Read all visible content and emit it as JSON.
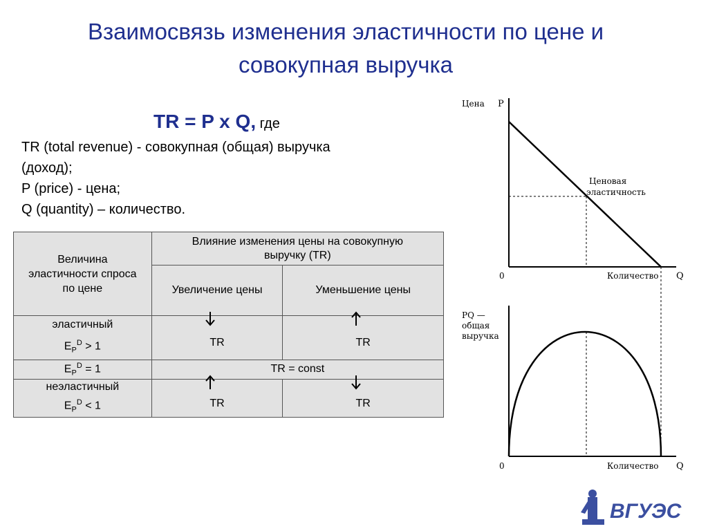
{
  "title": {
    "line1": "Взаимосвязь изменения эластичности по цене и",
    "line2": "совокупная выручка"
  },
  "formula": {
    "main": "TR = P x Q,",
    "suffix": "где"
  },
  "definitions": [
    "TR (total revenue) - совокупная (общая) выручка",
    "(доход);",
    "P (price) - цена;",
    "Q (quantity) – количество."
  ],
  "table": {
    "header_col1_l1": "Величина",
    "header_col1_l2": "эластичности спроса",
    "header_col1_l3": "по цене",
    "header_group_l1": "Влияние изменения цены на совокупную",
    "header_group_l2": "выручку (TR)",
    "header_increase": "Увеличение цены",
    "header_decrease": "Уменьшение цены",
    "rows": [
      {
        "label_l1": "эластичный",
        "e": "E",
        "e_sub": "P",
        "e_sup": "D",
        "relation": " > 1",
        "increase": "TR",
        "increase_arrow": "down",
        "decrease": "TR",
        "decrease_arrow": "up"
      },
      {
        "e": "E",
        "e_sub": "P",
        "e_sup": "D",
        "relation": " = 1",
        "merged": "TR = const"
      },
      {
        "label_l1": "неэластичный",
        "e": "E",
        "e_sub": "P",
        "e_sup": "D",
        "relation": " < 1",
        "increase": "TR",
        "increase_arrow": "up",
        "decrease": "TR",
        "decrease_arrow": "down"
      }
    ]
  },
  "graph_top": {
    "ylabel": "Цена",
    "ylabel_var": "P",
    "xlabel": "Количество",
    "xlabel_var": "Q",
    "origin": "0",
    "annotation_l1": "Ценовая",
    "annotation_l2": "эластичность"
  },
  "graph_bottom": {
    "ylabel_l1": "PQ —",
    "ylabel_l2": "общая",
    "ylabel_l3": "выручка",
    "xlabel": "Количество",
    "xlabel_var": "Q",
    "origin": "0"
  },
  "logo": {
    "text": "ВГУЭС"
  },
  "colors": {
    "title": "#1f2f8f",
    "table_bg": "#e2e2e2"
  }
}
